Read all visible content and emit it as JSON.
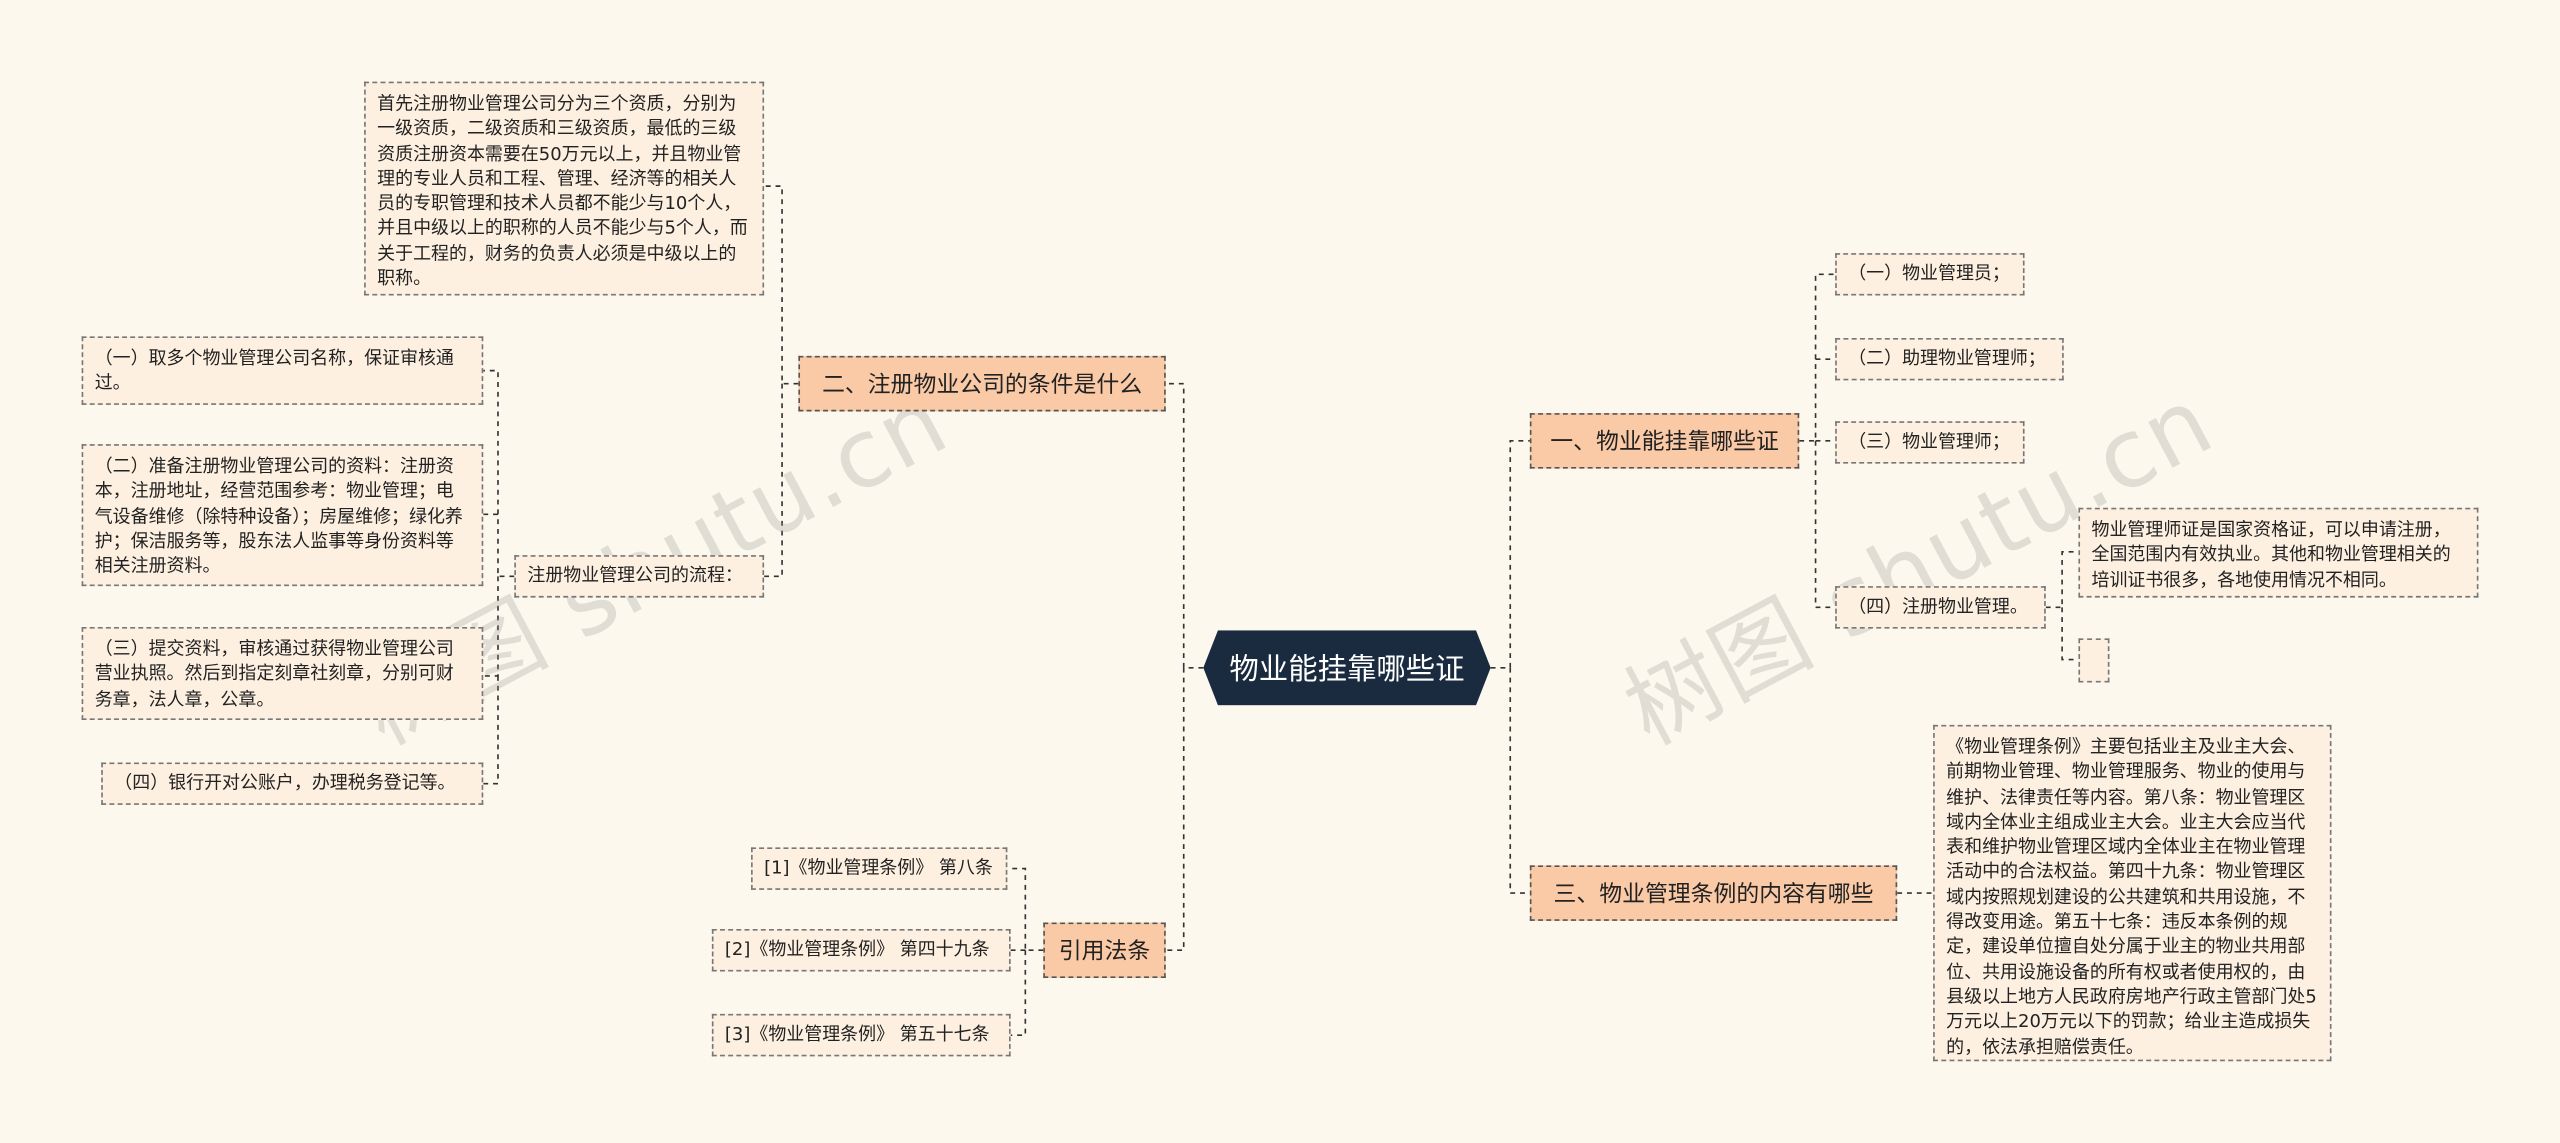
{
  "root": {
    "label": "物业能挂靠哪些证"
  },
  "branches": {
    "b1": {
      "label": "一、物业能挂靠哪些证"
    },
    "b2": {
      "label": "二、注册物业公司的条件是什么"
    },
    "b3": {
      "label": "三、物业管理条例的内容有哪些"
    },
    "b4": {
      "label": "引用法条"
    }
  },
  "b1_children": {
    "c1": "（一）物业管理员；",
    "c2": "（二）助理物业管理师；",
    "c3": "（三）物业管理师；",
    "c4": "（四）注册物业管理。",
    "c4_note": "物业管理师证是国家资格证，可以申请注册，全国范围内有效执业。其他和物业管理相关的培训证书很多，各地使用情况不相同。",
    "c4_empty": ""
  },
  "b2_children": {
    "qualification": "首先注册物业管理公司分为三个资质，分别为一级资质，二级资质和三级资质，最低的三级资质注册资本需要在50万元以上，并且物业管理的专业人员和工程、管理、经济等的相关人员的专职管理和技术人员都不能少与10个人，并且中级以上的职称的人员不能少与5个人，而关于工程的，财务的负责人必须是中级以上的职称。",
    "process_label": "注册物业管理公司的流程：",
    "steps": [
      "（一）取多个物业管理公司名称，保证审核通过。",
      "（二）准备注册物业管理公司的资料：注册资本，注册地址，经营范围参考：物业管理；电气设备维修（除特种设备）；房屋维修；绿化养护；保洁服务等，股东法人监事等身份资料等相关注册资料。",
      "（三）提交资料，审核通过获得物业管理公司营业执照。然后到指定刻章社刻章，分别可财务章，法人章，公章。",
      "（四）银行开对公账户，办理税务登记等。"
    ]
  },
  "b3_children": {
    "content": "《物业管理条例》主要包括业主及业主大会、前期物业管理、物业管理服务、物业的使用与维护、法律责任等内容。第八条：物业管理区域内全体业主组成业主大会。业主大会应当代表和维护物业管理区域内全体业主在物业管理活动中的合法权益。第四十九条：物业管理区域内按照规划建设的公共建筑和共用设施，不得改变用途。第五十七条：违反本条例的规定，建设单位擅自处分属于业主的物业共用部位、共用设施设备的所有权或者使用权的，由县级以上地方人民政府房地产行政主管部门处5万元以上20万元以下的罚款；给业主造成损失的，依法承担赔偿责任。"
  },
  "b4_children": {
    "refs": [
      "[1]《物业管理条例》 第八条",
      "[2]《物业管理条例》 第四十九条",
      "[3]《物业管理条例》 第五十七条"
    ]
  },
  "watermarks": [
    "树图 shutu.cn",
    "树图 shutu.cn"
  ],
  "colors": {
    "background": "#fdf8ee",
    "root_fill": "#1a2b3f",
    "branch_fill": "#fac9a6",
    "leaf_fill": "#fdf0e0",
    "connector": "#333333"
  }
}
